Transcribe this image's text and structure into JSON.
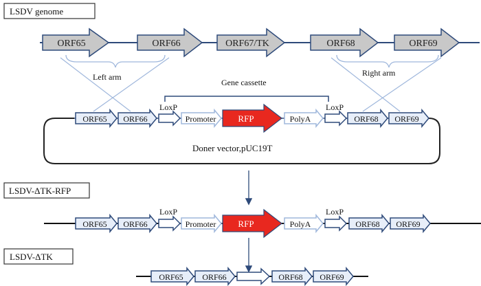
{
  "colors": {
    "backbone": "#2e4a7a",
    "big_arrow_fill": "#c8c8c8",
    "small_arrow_fill": "#e7eef9",
    "arrow_stroke": "#2e4a7a",
    "rfp_fill": "#e8281f",
    "guide_lines": "#9fb7dc"
  },
  "genome": {
    "label": "LSDV genome",
    "orfs": [
      "ORF65",
      "ORF66",
      "ORF67/TK",
      "ORF68",
      "ORF69"
    ],
    "left_arm": "Left arm",
    "right_arm": "Right arm"
  },
  "vector": {
    "cassette_label": "Gene cassette",
    "loxp": "LoxP",
    "promoter": "Promoter",
    "rfp": "RFP",
    "polya": "PolyA",
    "orfs": [
      "ORF65",
      "ORF66",
      "ORF68",
      "ORF69"
    ],
    "name": "Doner vector,pUC19T"
  },
  "tk_rfp": {
    "label": "LSDV-ΔTK-RFP",
    "loxp": "LoxP",
    "promoter": "Promoter",
    "rfp": "RFP",
    "polya": "PolyA",
    "orfs": [
      "ORF65",
      "ORF66",
      "ORF68",
      "ORF69"
    ]
  },
  "tk": {
    "label": "LSDV-ΔTK",
    "orfs": [
      "ORF65",
      "ORF66",
      "ORF68",
      "ORF69"
    ]
  }
}
